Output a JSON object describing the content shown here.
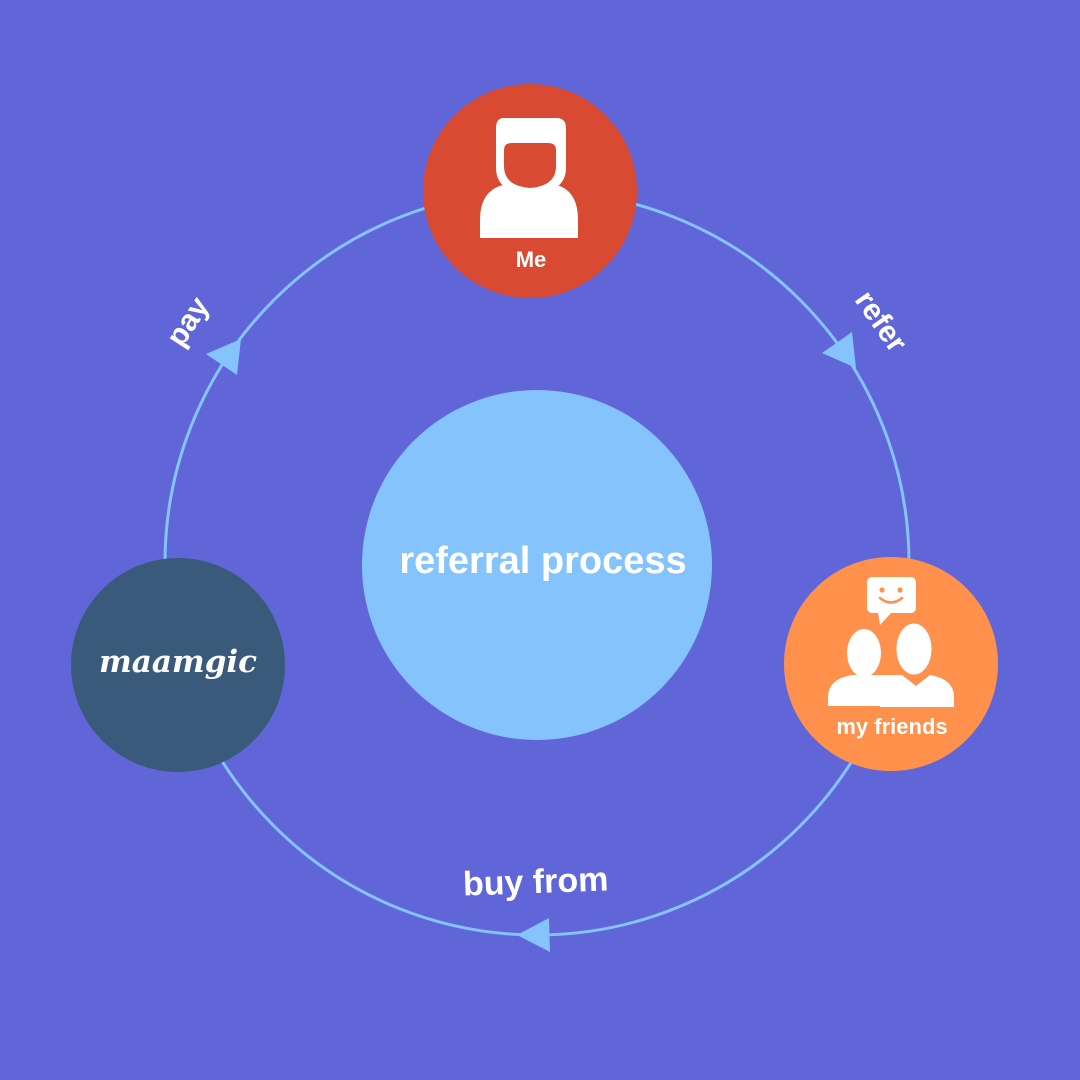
{
  "diagram": {
    "center_label": "referral process",
    "nodes": {
      "me": {
        "label": "Me",
        "color": "#d84a31"
      },
      "friends": {
        "label": "my friends",
        "color": "#ff914d"
      },
      "brand": {
        "label": "maamgic",
        "color": "#3a5a7b"
      }
    },
    "edges": {
      "refer": "refer",
      "buy_from": "buy from",
      "pay": "pay"
    },
    "colors": {
      "background": "#6066d8",
      "center": "#85c3fd",
      "ring": "#85c3fd",
      "text": "#ffffff"
    }
  }
}
